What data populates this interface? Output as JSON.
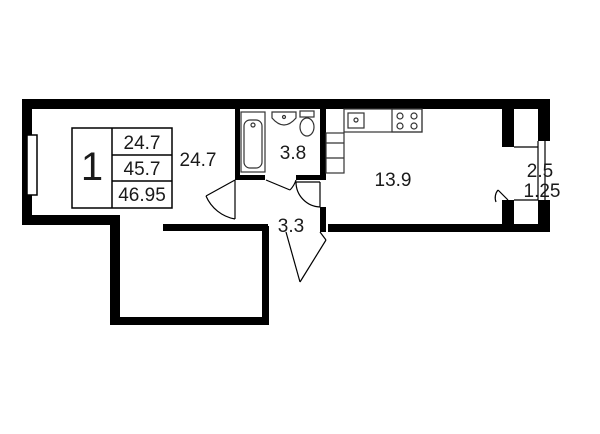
{
  "legend": {
    "rooms_count": "1",
    "living_area": "24.7",
    "total_area": "45.7",
    "total_area_with_balcony": "46.95"
  },
  "rooms": {
    "living_room": "24.7",
    "bathroom": "3.8",
    "kitchen": "13.9",
    "hallway": "3.3",
    "balcony_area": "2.5",
    "balcony_area_reduced": "1.25"
  },
  "colors": {
    "wall": "#000000",
    "fixture_stroke": "#333333",
    "background": "#ffffff"
  }
}
